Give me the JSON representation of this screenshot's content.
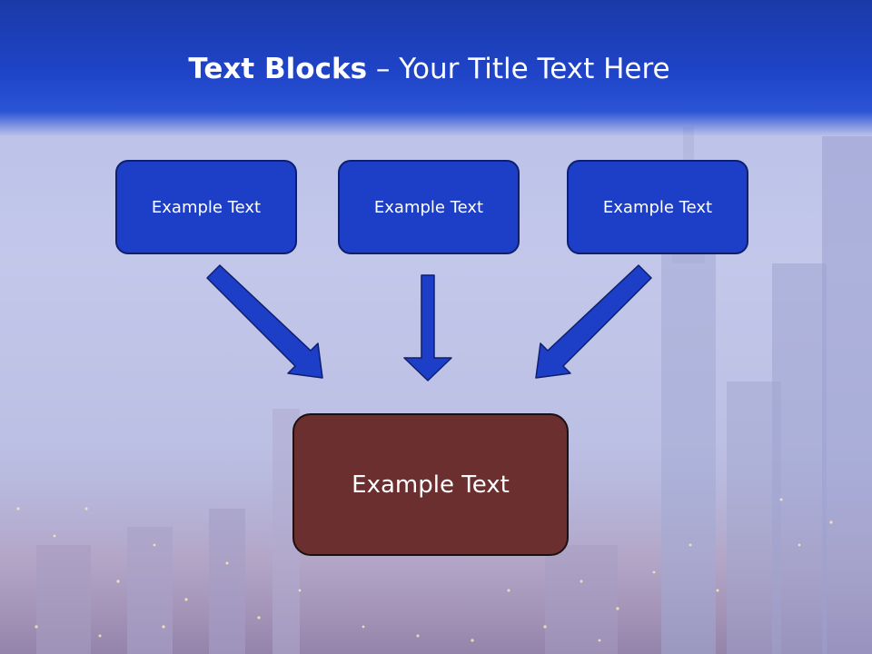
{
  "title": {
    "bold": "Text Blocks",
    "dash": " – ",
    "rest": "Your Title Text Here"
  },
  "blocks": [
    {
      "label": "Example Text"
    },
    {
      "label": "Example Text"
    },
    {
      "label": "Example Text"
    }
  ],
  "center_block": {
    "label": "Example Text"
  },
  "colors": {
    "header": "#1f44c8",
    "block_fill": "#1d3ec7",
    "block_border": "#0f1f6e",
    "center_fill": "#6b2f2f",
    "arrow_fill": "#1d3ec7"
  },
  "icons": [
    "arrow-down-right-icon",
    "arrow-down-icon",
    "arrow-down-left-icon"
  ]
}
